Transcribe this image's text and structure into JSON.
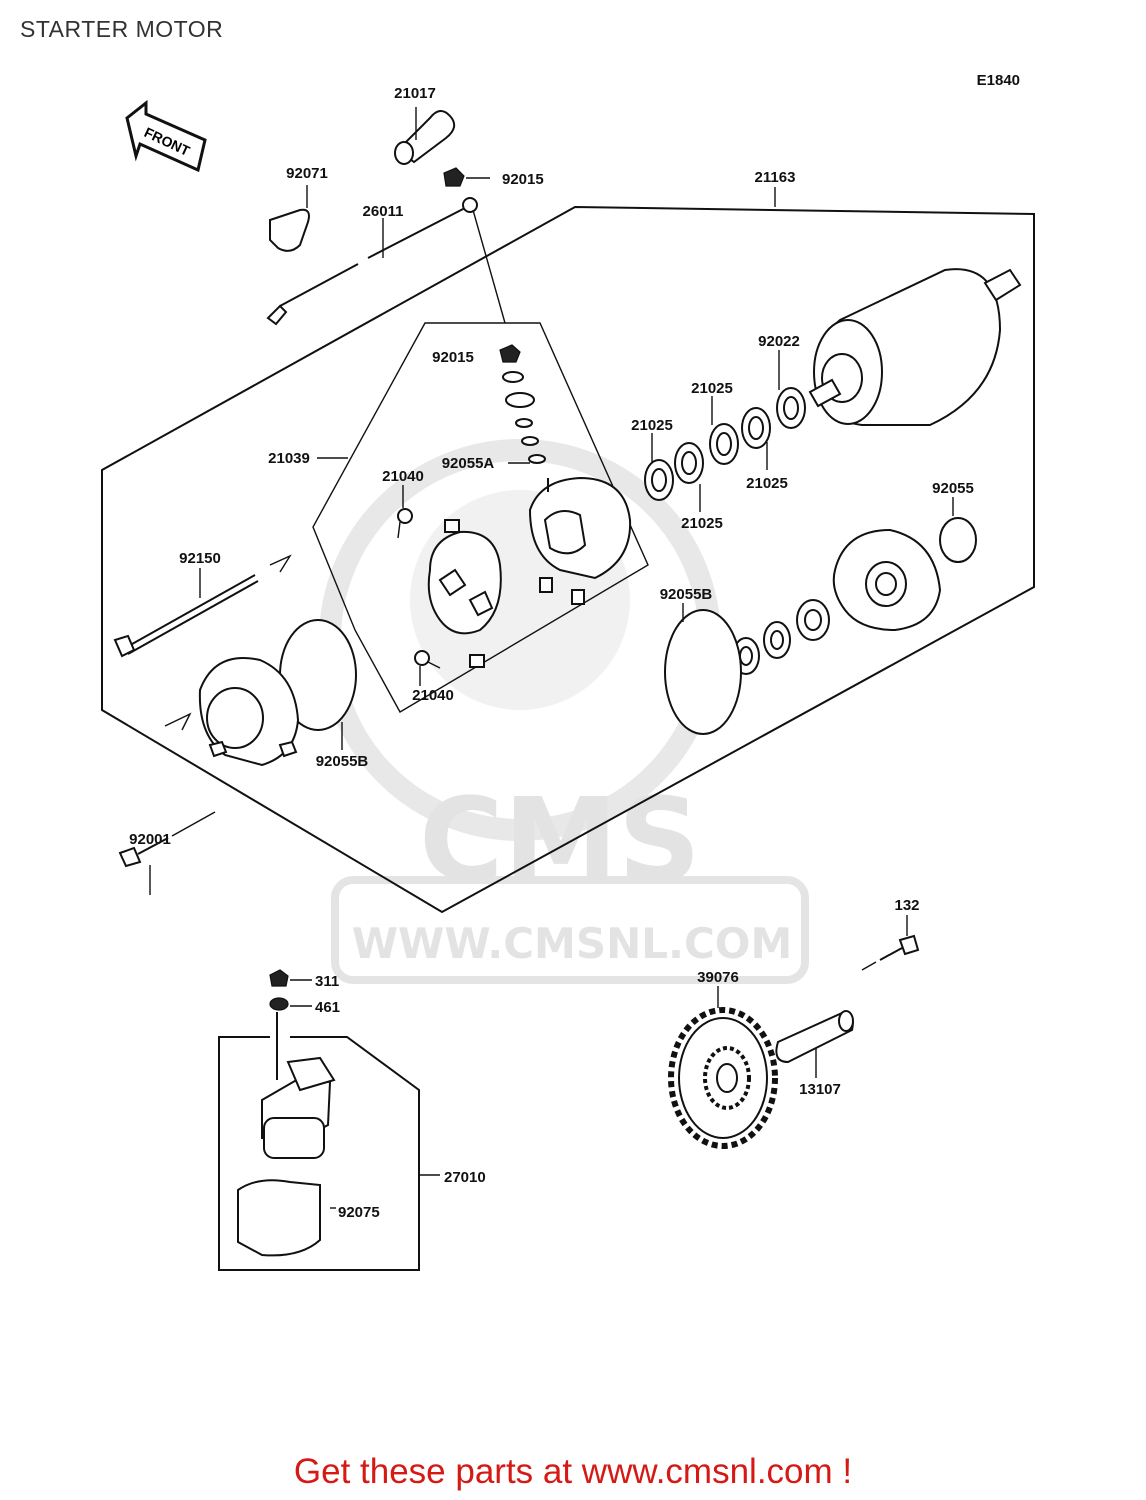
{
  "title": "STARTER MOTOR",
  "diagram_code": "E1840",
  "front_label": "FRONT",
  "watermark": {
    "logo": "CMS",
    "url": "WWW.CMSNL.COM"
  },
  "labels": {
    "p21017": "21017",
    "p92071": "92071",
    "p92015_top": "92015",
    "p26011": "26011",
    "p21163": "21163",
    "p92015": "92015",
    "p92022": "92022",
    "p21025_a": "21025",
    "p21025_b": "21025",
    "p21025_c": "21025",
    "p21025_d": "21025",
    "p21039": "21039",
    "p92055A": "92055A",
    "p21040_a": "21040",
    "p21040_b": "21040",
    "p92055": "92055",
    "p92150": "92150",
    "p92055B_a": "92055B",
    "p92055B_b": "92055B",
    "p92001": "92001",
    "p132": "132",
    "p39076": "39076",
    "p13107": "13107",
    "p311": "311",
    "p461": "461",
    "p27010": "27010",
    "p92075": "92075"
  },
  "footer": "Get these parts at www.cmsnl.com !"
}
